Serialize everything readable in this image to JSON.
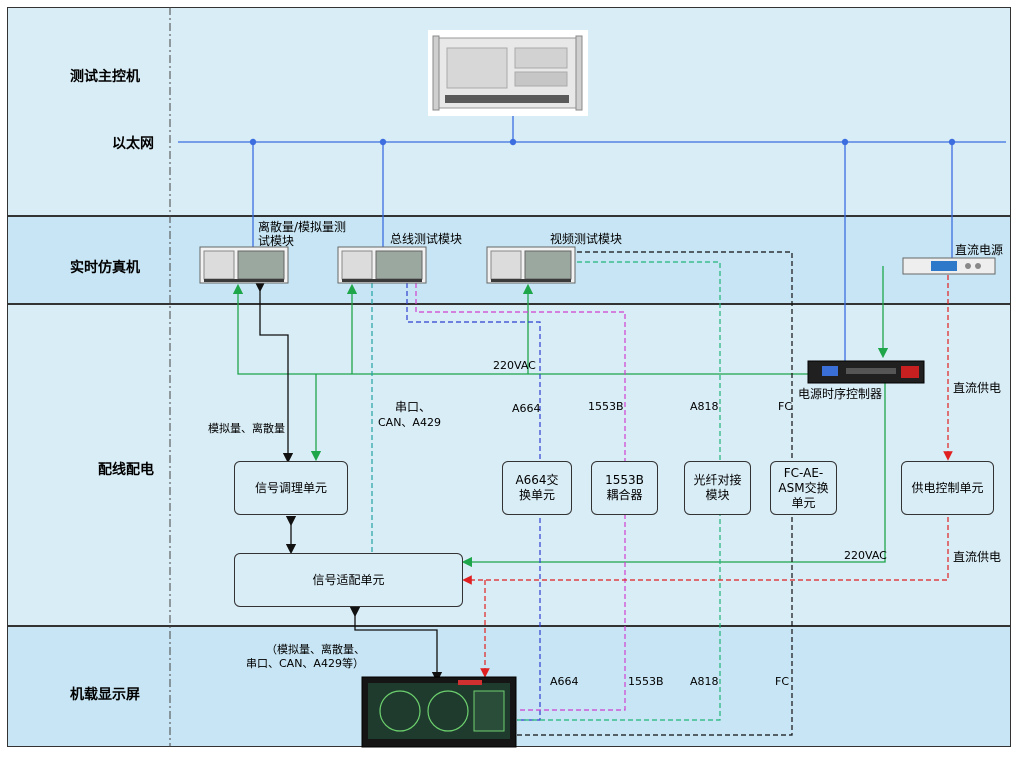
{
  "layers": {
    "main_control": "测试主控机",
    "ethernet": "以太网",
    "realtime": "实时仿真机",
    "wiring": "配线配电",
    "display": "机载显示屏"
  },
  "devices": {
    "discrete_analog_module": "离散量/模拟量测试模块",
    "bus_test_module": "总线测试模块",
    "video_test_module": "视频测试模块",
    "dc_power": "直流电源",
    "power_sequencer": "电源时序控制器"
  },
  "units": {
    "signal_conditioning": "信号调理单元",
    "signal_adapter": "信号适配单元",
    "a664_switch": "A664交换单元",
    "coupler_1553b": "1553B耦合器",
    "fiber_module": "光纤对接模块",
    "fc_switch": "FC-AE-ASM交换单元",
    "power_control": "供电控制单元"
  },
  "annotations": {
    "vac_top": "220VAC",
    "vac_bottom": "220VAC",
    "dc_supply_1": "直流供电",
    "dc_supply_2": "直流供电",
    "analog_discrete": "模拟量、离散量",
    "serial_top": "串口、",
    "serial_can": "CAN、A429",
    "a664_mid": "A664",
    "b1553_mid": "1553B",
    "a818_mid": "A818",
    "fc_mid": "FC",
    "display_signals_1": "（模拟量、离散量、",
    "display_signals_2": "串口、CAN、A429等）",
    "a664_bottom": "A664",
    "b1553_bottom": "1553B",
    "a818_bottom": "A818",
    "fc_bottom": "FC"
  },
  "colors": {
    "ethernet": "#3c6ee0",
    "green": "#1fa54a",
    "blue_dashed": "#2f3fd0",
    "magenta_dashed": "#d040d0",
    "teal_dashed": "#21a3a3",
    "green_dashed": "#23b37a",
    "black": "#111111",
    "red_dashed": "#e02020"
  }
}
